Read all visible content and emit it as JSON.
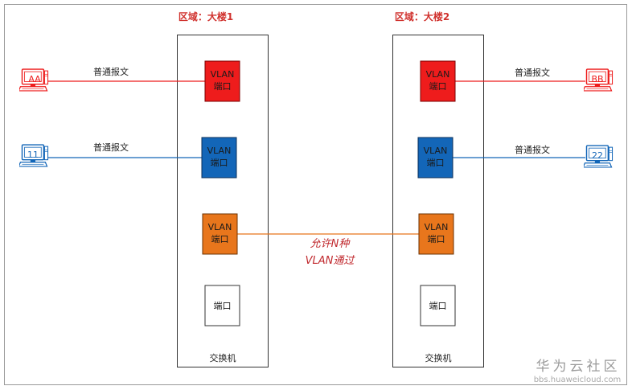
{
  "colors": {
    "red": "#ee1c1c",
    "blue": "#1366b8",
    "orange": "#e8761c",
    "title": "#d0312d",
    "trunk_text": "#c0282d"
  },
  "switches": [
    {
      "title": "区域：大楼1",
      "caption": "交换机"
    },
    {
      "title": "区域：大楼2",
      "caption": "交换机"
    }
  ],
  "ports": {
    "vlan_line1": "VLAN",
    "vlan_line2": "端口",
    "plain": "端口"
  },
  "hosts": {
    "left_red": "AA",
    "left_blue": "11",
    "right_red": "BB",
    "right_blue": "22"
  },
  "messages": {
    "normal": "普通报文"
  },
  "trunk": {
    "line1": "允许N种",
    "line2": "VLAN通过"
  },
  "watermark": {
    "main": "华为云社区",
    "sub": "bbs.huaweicloud.com"
  }
}
